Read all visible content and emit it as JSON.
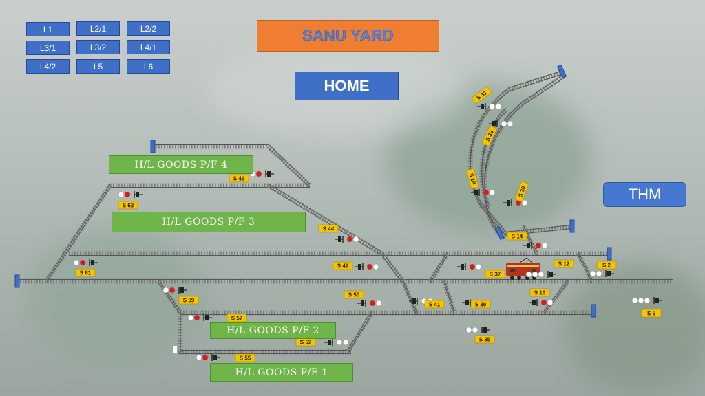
{
  "title": "SANU YARD",
  "home_label": "HOME",
  "thm_label": "THM",
  "line_buttons": [
    "L1",
    "L2/1",
    "L2/2",
    "L3/1",
    "L3/2",
    "L4/1",
    "L4/2",
    "L5",
    "L6"
  ],
  "platforms": {
    "pf4": "H/L GOODS P/F 4",
    "pf3": "H/L GOODS P/F 3",
    "pf2": "H/L GOODS P/F 2",
    "pf1": "H/L GOODS P/F 1"
  },
  "signals": {
    "s31": "S 31",
    "s33": "S 33",
    "s18": "S 18",
    "s20": "S 20",
    "s46": "S 46",
    "s63": "S 63",
    "s44": "S 44",
    "s14": "S 14",
    "s61": "S 61",
    "s42": "S 42",
    "s12": "S 12",
    "s2": "S 2",
    "s37": "S 37",
    "s59": "S 59",
    "s50": "S 50",
    "s41": "S 41",
    "s39": "S 39",
    "s16": "S 16",
    "s5": "S 5",
    "s57": "S 57",
    "s52": "S 52",
    "s35": "S 35",
    "s55": "S 55"
  },
  "colors": {
    "button_blue": "#3f6fc6",
    "title_orange": "#ef7d32",
    "platform_green": "#6fb54a",
    "signal_red": "#e01818",
    "tag_yellow": "#f5c400"
  },
  "icons": [
    "signal-icon",
    "buffer-stop-icon",
    "locomotive-icon"
  ]
}
